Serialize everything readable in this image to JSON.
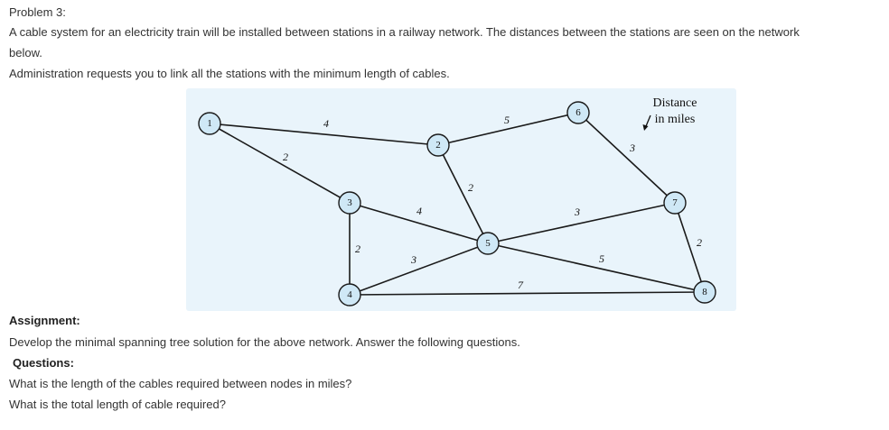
{
  "problem": {
    "title": "Problem 3:",
    "desc_line1": "A cable system for an electricity train will be installed between stations in a railway network. The distances between the stations are seen on the network",
    "desc_line2": "below.",
    "desc_line3": "Administration requests you to link all the stations with the minimum length of cables."
  },
  "network": {
    "legend_line1": "Distance",
    "legend_line2": "in miles",
    "node_color": "#cfe8f6",
    "background_color": "#e9f4fb",
    "nodes": [
      {
        "id": "1",
        "label": "1"
      },
      {
        "id": "2",
        "label": "2"
      },
      {
        "id": "3",
        "label": "3"
      },
      {
        "id": "4",
        "label": "4"
      },
      {
        "id": "5",
        "label": "5"
      },
      {
        "id": "6",
        "label": "6"
      },
      {
        "id": "7",
        "label": "7"
      },
      {
        "id": "8",
        "label": "8"
      }
    ],
    "edges": [
      {
        "from": "1",
        "to": "2",
        "weight": "4"
      },
      {
        "from": "1",
        "to": "3",
        "weight": "2"
      },
      {
        "from": "2",
        "to": "6",
        "weight": "5"
      },
      {
        "from": "2",
        "to": "5",
        "weight": "2"
      },
      {
        "from": "3",
        "to": "5",
        "weight": "4"
      },
      {
        "from": "3",
        "to": "4",
        "weight": "2"
      },
      {
        "from": "4",
        "to": "5",
        "weight": "3"
      },
      {
        "from": "4",
        "to": "8",
        "weight": "7"
      },
      {
        "from": "5",
        "to": "7",
        "weight": "3"
      },
      {
        "from": "5",
        "to": "8",
        "weight": "5"
      },
      {
        "from": "6",
        "to": "7",
        "weight": "3"
      },
      {
        "from": "7",
        "to": "8",
        "weight": "2"
      }
    ]
  },
  "assignment": {
    "title": "Assignment:",
    "body": "Develop the minimal spanning tree solution for the above network. Answer the following questions."
  },
  "questions": {
    "title": "Questions:",
    "q1": "What is the length of the cables required between nodes in miles?",
    "q2": "What is the total length of cable required?"
  }
}
